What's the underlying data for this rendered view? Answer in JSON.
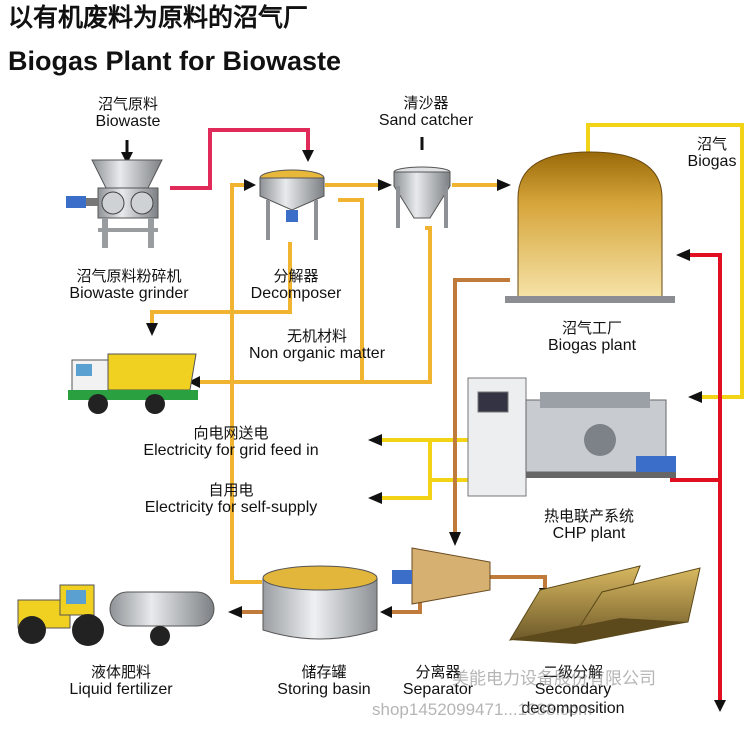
{
  "title": {
    "cn": "以有机废料为原料的沼气厂",
    "en": "Biogas Plant for Biowaste"
  },
  "labels": {
    "biowaste": {
      "cn": "沼气原料",
      "en": "Biowaste"
    },
    "sand_catcher": {
      "cn": "清沙器",
      "en": "Sand catcher"
    },
    "biogas": {
      "cn": "沼气",
      "en": "Biogas"
    },
    "grinder": {
      "cn": "沼气原料粉碎机",
      "en": "Biowaste grinder"
    },
    "decomposer": {
      "cn": "分解器",
      "en": "Decomposer"
    },
    "non_organic": {
      "cn": "无机材料",
      "en": "Non organic matter"
    },
    "biogas_plant": {
      "cn": "沼气工厂",
      "en": "Biogas plant"
    },
    "grid_feed": {
      "cn": "向电网送电",
      "en": "Electricity for grid feed in"
    },
    "self_supply": {
      "cn": "自用电",
      "en": "Electricity for self-supply"
    },
    "chp_plant": {
      "cn": "热电联产系统",
      "en": "CHP plant"
    },
    "liquid_fertilizer": {
      "cn": "液体肥料",
      "en": "Liquid fertilizer"
    },
    "storing_basin": {
      "cn": "储存罐",
      "en": "Storing basin"
    },
    "separator": {
      "cn": "分离器",
      "en": "Separator"
    },
    "secondary_decomposition": {
      "cn": "二级分解",
      "en": "Secondary decomposition"
    }
  },
  "watermark": {
    "company": "美能电力设备股份有限公司",
    "shop": "shop1452099471...1688.com"
  },
  "colors": {
    "feed_line": "#e02a5a",
    "yellow_line": "#f2c40f",
    "orange_line": "#d89a3a",
    "brown_line": "#b5642a",
    "red_line": "#e01020",
    "tank_top": "#b37e12",
    "tank_body": "#f1d58a"
  }
}
